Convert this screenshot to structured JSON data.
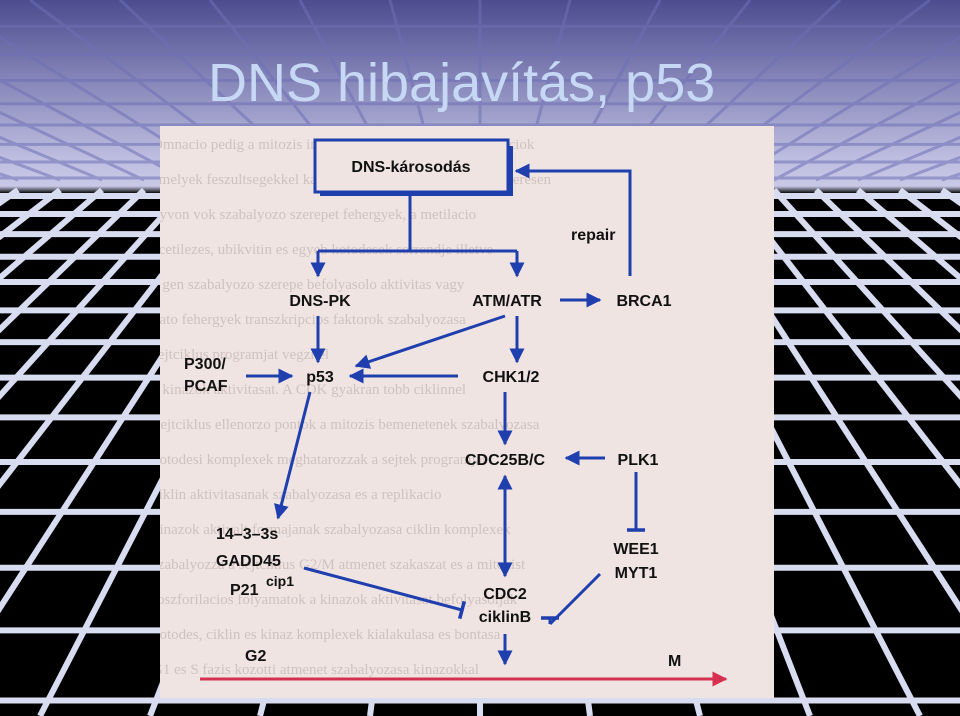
{
  "slide": {
    "title": "DNS hibajavítás, p53"
  },
  "diagram": {
    "nodes": {
      "dns_karosodas": "DNS-károsodás",
      "repair": "repair",
      "dns_pk": "DNS-PK",
      "atm_atr": "ATM/ATR",
      "brca1": "BRCA1",
      "p300_line1": "P300/",
      "p300_line2": "PCAF",
      "p53": "p53",
      "chk12": "CHK1/2",
      "cdc25bc": "CDC25B/C",
      "plk1": "PLK1",
      "g1433s": "14–3–3s",
      "gadd45": "GADD45",
      "p21": "P21",
      "p21_sup": "cip1",
      "wee1": "WEE1",
      "myt1": "MYT1",
      "cdc2": "CDC2",
      "ciklinb": "ciklinB",
      "g2": "G2",
      "m": "M"
    }
  },
  "colors": {
    "arrow": "#1f3fae",
    "phase_arrow": "#d5304f",
    "panel_bg": "#efe4e2",
    "title": "#c6d8f4"
  }
}
